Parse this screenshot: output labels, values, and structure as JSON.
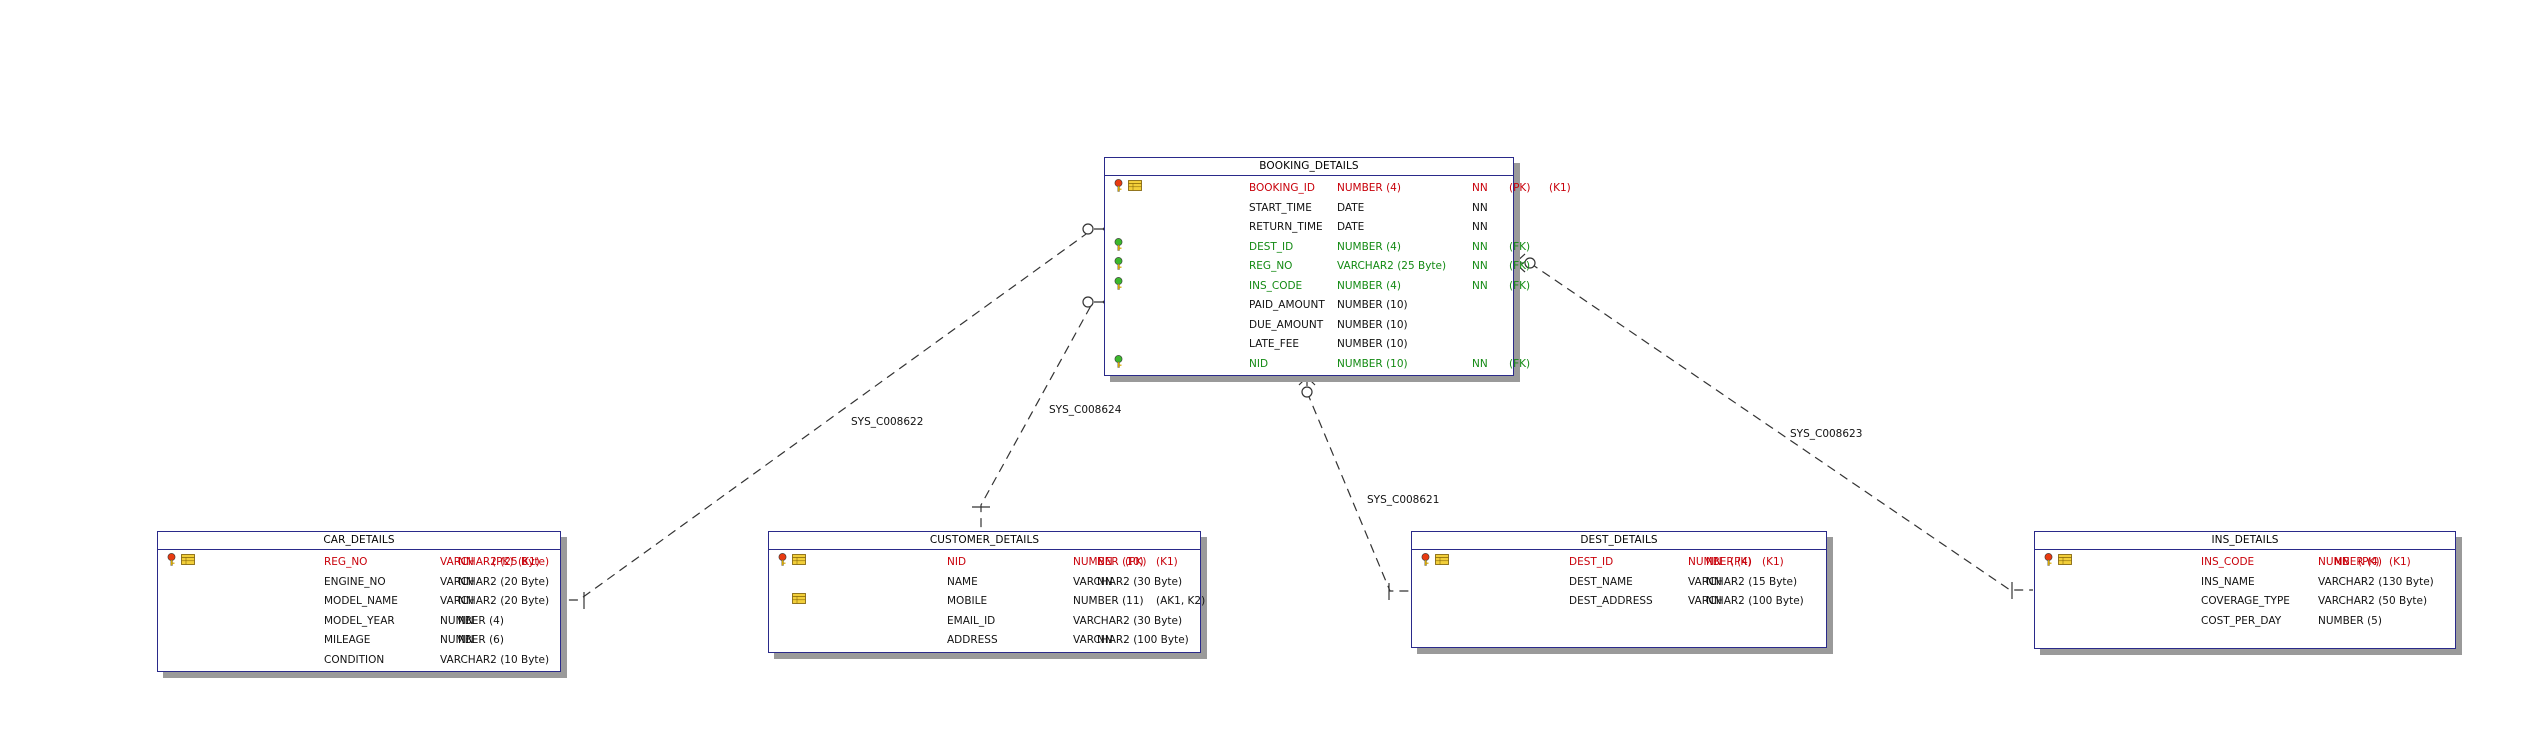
{
  "diagram": {
    "entities": [
      {
        "id": "booking-details",
        "title": "BOOKING_DETAILS",
        "columns": [
          {
            "name": "BOOKING_ID",
            "type": "NUMBER (4)",
            "nn": "NN",
            "keys": "(PK)",
            "extra": "(K1)",
            "role": "pk",
            "index": true
          },
          {
            "name": "START_TIME",
            "type": "DATE",
            "nn": "NN",
            "keys": "",
            "extra": "",
            "role": "plain",
            "index": false
          },
          {
            "name": "RETURN_TIME",
            "type": "DATE",
            "nn": "NN",
            "keys": "",
            "extra": "",
            "role": "plain",
            "index": false
          },
          {
            "name": "DEST_ID",
            "type": "NUMBER (4)",
            "nn": "NN",
            "keys": "(FK)",
            "extra": "",
            "role": "fk",
            "index": false
          },
          {
            "name": "REG_NO",
            "type": "VARCHAR2 (25 Byte)",
            "nn": "NN",
            "keys": "(FK)",
            "extra": "",
            "role": "fk",
            "index": false
          },
          {
            "name": "INS_CODE",
            "type": "NUMBER (4)",
            "nn": "NN",
            "keys": "(FK)",
            "extra": "",
            "role": "fk",
            "index": false
          },
          {
            "name": "PAID_AMOUNT",
            "type": "NUMBER (10)",
            "nn": "",
            "keys": "",
            "extra": "",
            "role": "plain",
            "index": false
          },
          {
            "name": "DUE_AMOUNT",
            "type": "NUMBER (10)",
            "nn": "",
            "keys": "",
            "extra": "",
            "role": "plain",
            "index": false
          },
          {
            "name": "LATE_FEE",
            "type": "NUMBER (10)",
            "nn": "",
            "keys": "",
            "extra": "",
            "role": "plain",
            "index": false
          },
          {
            "name": "NID",
            "type": "NUMBER (10)",
            "nn": "NN",
            "keys": "(FK)",
            "extra": "",
            "role": "fk",
            "index": false
          }
        ]
      },
      {
        "id": "car-details",
        "title": "CAR_DETAILS",
        "columns": [
          {
            "name": "REG_NO",
            "type": "VARCHAR2 (25 Byte)",
            "nn": "NN",
            "keys": "(PK)",
            "extra": "(K1)",
            "role": "pk",
            "index": true
          },
          {
            "name": "ENGINE_NO",
            "type": "VARCHAR2 (20 Byte)",
            "nn": "NN",
            "keys": "",
            "extra": "",
            "role": "plain",
            "index": false
          },
          {
            "name": "MODEL_NAME",
            "type": "VARCHAR2 (20 Byte)",
            "nn": "NN",
            "keys": "",
            "extra": "",
            "role": "plain",
            "index": false
          },
          {
            "name": "MODEL_YEAR",
            "type": "NUMBER (4)",
            "nn": "NN",
            "keys": "",
            "extra": "",
            "role": "plain",
            "index": false
          },
          {
            "name": "MILEAGE",
            "type": "NUMBER (6)",
            "nn": "NN",
            "keys": "",
            "extra": "",
            "role": "plain",
            "index": false
          },
          {
            "name": "CONDITION",
            "type": "VARCHAR2 (10 Byte)",
            "nn": "",
            "keys": "",
            "extra": "",
            "role": "plain",
            "index": false
          }
        ]
      },
      {
        "id": "customer-details",
        "title": "CUSTOMER_DETAILS",
        "columns": [
          {
            "name": "NID",
            "type": "NUMBER (10)",
            "nn": "NN",
            "keys": "(PK)",
            "extra": "(K1)",
            "role": "pk",
            "index": true
          },
          {
            "name": "NAME",
            "type": "VARCHAR2 (30 Byte)",
            "nn": "NN",
            "keys": "",
            "extra": "",
            "role": "plain",
            "index": false
          },
          {
            "name": "MOBILE",
            "type": "NUMBER (11)",
            "nn": "",
            "keys": "",
            "extra": "(AK1, K2)",
            "role": "plain",
            "index": true
          },
          {
            "name": "EMAIL_ID",
            "type": "VARCHAR2 (30 Byte)",
            "nn": "",
            "keys": "",
            "extra": "",
            "role": "plain",
            "index": false
          },
          {
            "name": "ADDRESS",
            "type": "VARCHAR2 (100 Byte)",
            "nn": "NN",
            "keys": "",
            "extra": "",
            "role": "plain",
            "index": false
          }
        ]
      },
      {
        "id": "dest-details",
        "title": "DEST_DETAILS",
        "columns": [
          {
            "name": "DEST_ID",
            "type": "NUMBER (4)",
            "nn": "NN",
            "keys": "(PK)",
            "extra": "(K1)",
            "role": "pk",
            "index": true
          },
          {
            "name": "DEST_NAME",
            "type": "VARCHAR2 (15 Byte)",
            "nn": "NN",
            "keys": "",
            "extra": "",
            "role": "plain",
            "index": false
          },
          {
            "name": "DEST_ADDRESS",
            "type": "VARCHAR2 (100 Byte)",
            "nn": "NN",
            "keys": "",
            "extra": "",
            "role": "plain",
            "index": false
          }
        ]
      },
      {
        "id": "ins-details",
        "title": "INS_DETAILS",
        "columns": [
          {
            "name": "INS_CODE",
            "type": "NUMBER (4)",
            "nn": "NN",
            "keys": "(PK)",
            "extra": "(K1)",
            "role": "pk",
            "index": true
          },
          {
            "name": "INS_NAME",
            "type": "VARCHAR2 (130 Byte)",
            "nn": "",
            "keys": "",
            "extra": "",
            "role": "plain",
            "index": false
          },
          {
            "name": "COVERAGE_TYPE",
            "type": "VARCHAR2 (50 Byte)",
            "nn": "",
            "keys": "",
            "extra": "",
            "role": "plain",
            "index": false
          },
          {
            "name": "COST_PER_DAY",
            "type": "NUMBER (5)",
            "nn": "",
            "keys": "",
            "extra": "",
            "role": "plain",
            "index": false
          }
        ]
      }
    ],
    "relationships": [
      {
        "id": "rel-car",
        "label": "SYS_C008622"
      },
      {
        "id": "rel-customer",
        "label": "SYS_C008624"
      },
      {
        "id": "rel-dest",
        "label": "SYS_C008621"
      },
      {
        "id": "rel-ins",
        "label": "SYS_C008623"
      }
    ],
    "colors": {
      "border": "#2a2a8a",
      "shadow": "#9a9a9a",
      "pk_text": "#c8000a",
      "fk_text": "#138a13",
      "plain_text": "#111111",
      "line": "#333333"
    },
    "icons": {
      "pk": "red-key-icon",
      "fk": "green-key-icon",
      "index": "index-table-icon"
    }
  }
}
